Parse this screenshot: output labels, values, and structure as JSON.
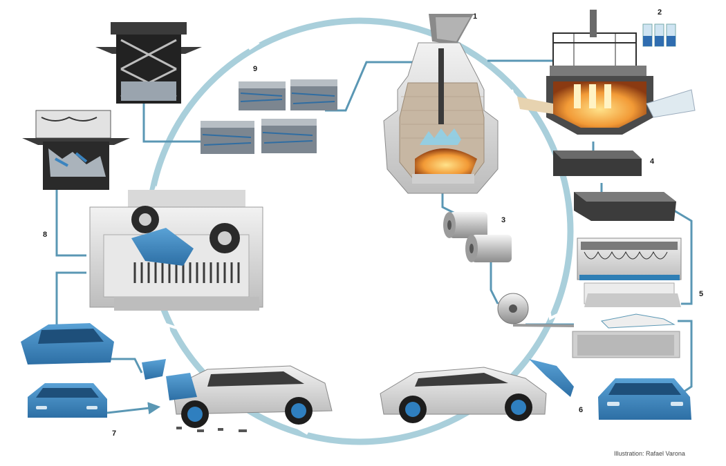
{
  "steps": [
    {
      "label": "1"
    },
    {
      "label": "2"
    },
    {
      "label": "3"
    },
    {
      "label": "4"
    },
    {
      "label": "5"
    },
    {
      "label": "6"
    },
    {
      "label": "7"
    },
    {
      "label": "8"
    },
    {
      "label": "9"
    }
  ],
  "credit": "Illustration: Rafael Varona",
  "colors": {
    "cycle_ring": "#a9cfdb",
    "pipe": "#5a97b4",
    "blue_part": "#3b84bf",
    "steel_light": "#d8d8d8",
    "steel_dark": "#3a3a3a",
    "furnace_glow": "#f29a36"
  }
}
